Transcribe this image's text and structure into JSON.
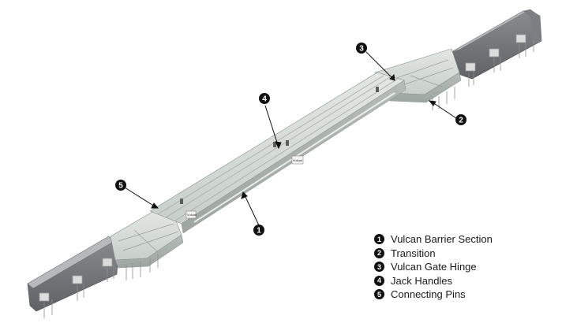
{
  "labels": {
    "callout_1": "1",
    "callout_2": "2",
    "callout_3": "3",
    "callout_4": "4",
    "callout_5": "5",
    "decal_mid": "Vulcan",
    "decal_left": "Vulcan"
  },
  "legend": {
    "items": [
      {
        "num": "1",
        "label": "Vulcan Barrier Section"
      },
      {
        "num": "2",
        "label": "Transition"
      },
      {
        "num": "3",
        "label": "Vulcan Gate Hinge"
      },
      {
        "num": "4",
        "label": "Jack Handles"
      },
      {
        "num": "5",
        "label": "Connecting Pins"
      }
    ]
  },
  "colors": {
    "barrier_top": "#d9dedb",
    "barrier_side": "#b9c0bc",
    "concrete_dark": "#6e7074",
    "concrete_top": "#a4a6a8",
    "badge": "#111111"
  }
}
